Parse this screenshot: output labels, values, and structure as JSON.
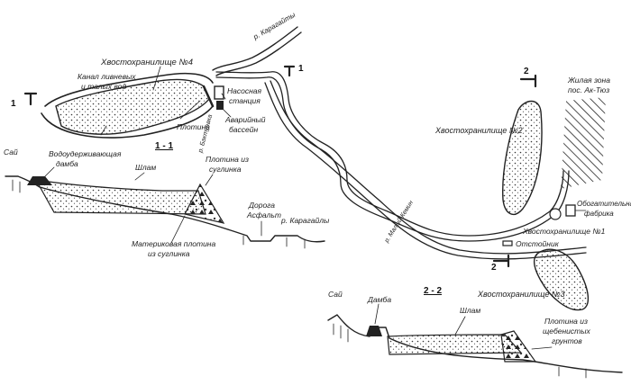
{
  "labels": {
    "river_top": "р. Карагайты",
    "section_top": "1",
    "tailings4": "Хвостохранилище №4",
    "canal_line1": "Канал ливневых",
    "canal_line2": "и талых вод",
    "section_left": "1",
    "dam": "Плотина",
    "stream_left": "р. Бактуевка",
    "pump_line1": "Насосная",
    "pump_line2": "станция",
    "emerg_line1": "Аварийный",
    "emerg_line2": "бассейн",
    "section2_top": "2",
    "living_line1": "Жилая зона",
    "living_line2": "пос. Ак-Тюз",
    "tailings2": "Хвостохранилище №2",
    "plant_line1": "Обогатительная",
    "plant_line2": "фабрика",
    "tailings1": "Хвостохранилище №1",
    "settler": "Отстойник",
    "section2_bottom": "2",
    "tailings3": "Хвостохранилище №3",
    "river_mid": "р. Малый-Кемин",
    "s11_title": "1 - 1",
    "s11_sai": "Сай",
    "s11_water_line1": "Водоудерживающая",
    "s11_water_line2": "дамба",
    "s11_slime": "Шлам",
    "s11_loam_line1": "Плотина из",
    "s11_loam_line2": "суглинка",
    "s11_road_line1": "Дорога",
    "s11_road_line2": "Асфальт",
    "s11_river": "р. Карагайлы",
    "s11_base_line1": "Материковая плотина",
    "s11_base_line2": "из суглинка",
    "s22_title": "2 - 2",
    "s22_sai": "Сай",
    "s22_damba": "Дамба",
    "s22_slime": "Шлам",
    "s22_gravel_line1": "Плотина из",
    "s22_gravel_line2": "щебенистых",
    "s22_gravel_line3": "грунтов"
  }
}
